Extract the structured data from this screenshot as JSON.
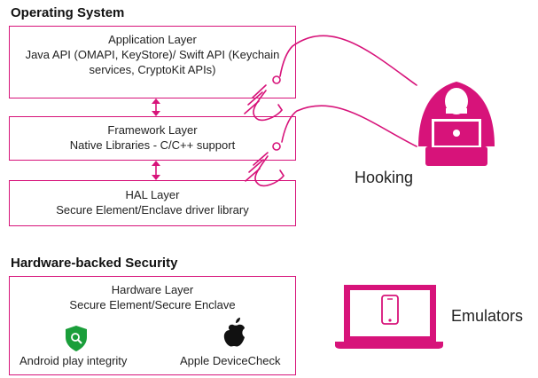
{
  "os_section": {
    "title": "Operating System",
    "layers": [
      {
        "name": "Application Layer",
        "lines": [
          "Java API (OMAPI, KeyStore)/ Swift API (Keychain",
          "services, CryptoKit APIs)"
        ]
      },
      {
        "name": "Framework Layer",
        "lines": [
          "Native Libraries - C/C++ support"
        ]
      },
      {
        "name": "HAL Layer",
        "lines": [
          "Secure Element/Enclave driver library"
        ]
      }
    ]
  },
  "hw_section": {
    "title": "Hardware-backed Security",
    "layer_name": "Hardware Layer",
    "layer_line": "Secure Element/Secure Enclave",
    "items": [
      {
        "label": "Android play integrity",
        "icon": "shield-search-icon"
      },
      {
        "label": "Apple DeviceCheck",
        "icon": "apple-logo-icon"
      }
    ]
  },
  "threats": [
    {
      "label": "Hooking",
      "icon": "hooded-hacker-icon"
    },
    {
      "label": "Emulators",
      "icon": "laptop-phone-icon"
    }
  ],
  "colors": {
    "accent": "#d7137a",
    "shield_green": "#1a9e3a",
    "text": "#222222"
  }
}
